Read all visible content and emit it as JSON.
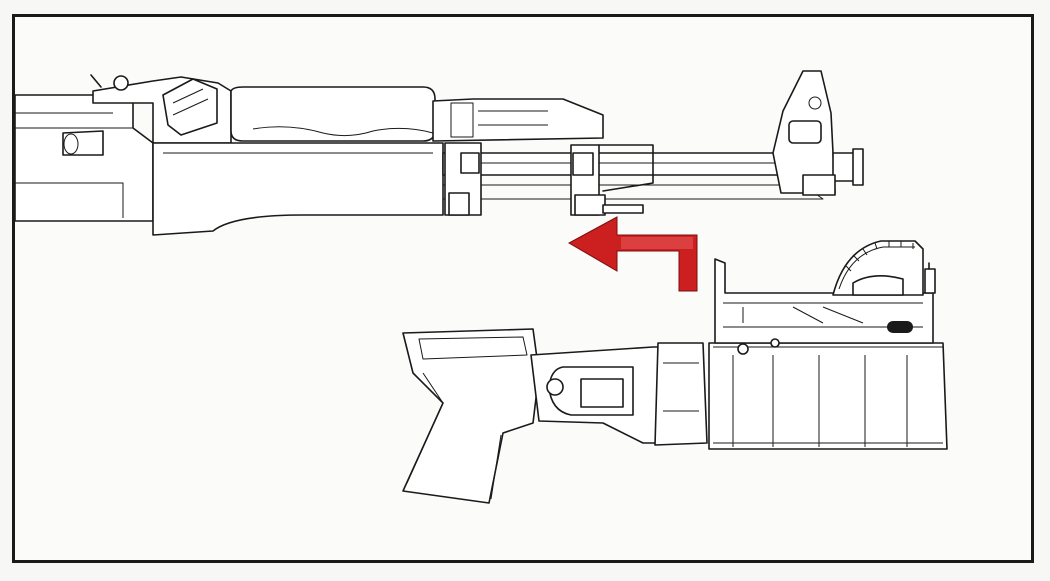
{
  "diagram": {
    "components": [
      "rifle-handguard-assembly",
      "grenade-launcher-assembly"
    ],
    "arrow": {
      "direction": "left",
      "color": "#cc1f1f"
    }
  },
  "colors": {
    "background": "#fbfbf9",
    "line": "#1a1a1a",
    "arrow": "#cc1f1f",
    "border": "#1a1a1a"
  }
}
